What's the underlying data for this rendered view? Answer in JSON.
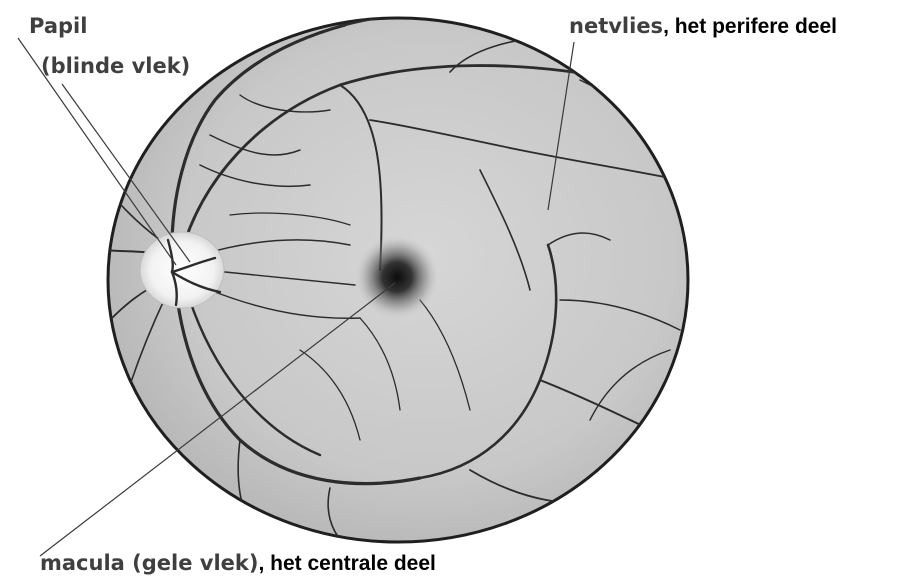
{
  "labels": {
    "papil_title": "Papil",
    "papil_sub": "(blinde vlek)",
    "netvlies_term": "netvlies",
    "netvlies_desc": ", het perifere deel",
    "macula_term": "macula (gele vlek)",
    "macula_desc": ", het centrale deel"
  },
  "colors": {
    "retina_fill": "#c9c9c9",
    "retina_edge": "#1f1f1f",
    "vessel": "#2c2c2c",
    "optic_disc": "#f4f4f4",
    "macula": "#111111",
    "leader_line": "#3a3a3a"
  }
}
